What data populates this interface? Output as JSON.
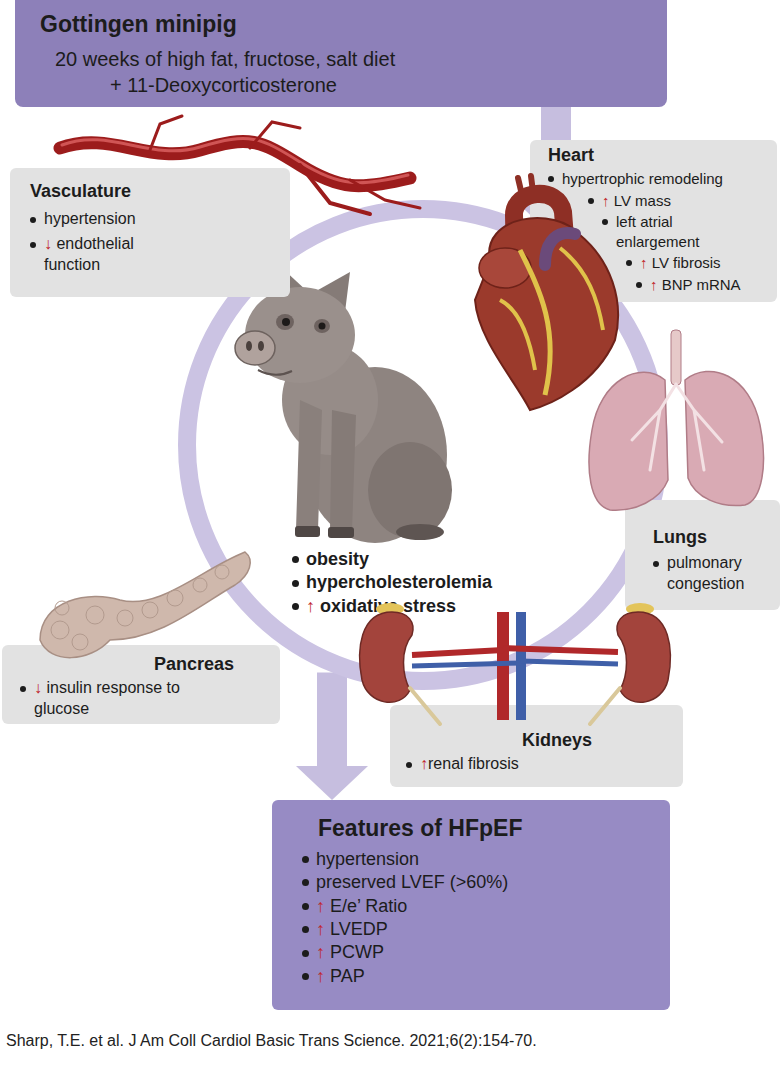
{
  "diagram": {
    "caption": "Sharp, T.E. et al. J Am Coll Cardiol Basic Trans Science. 2021;6(2):154-70.",
    "nodes": [
      {
        "text": [
          "Gottingen minipig",
          "20 weeks of high fat, fructose, salt diet + 11-Deoxycorticosterone"
        ]
      },
      {
        "text": [
          "Vasculature",
          "hypertension",
          "↓ endothelial function"
        ]
      },
      {
        "text": [
          "Heart",
          "hypertrophic remodeling",
          "↑ LV mass",
          "left atrial enlargement",
          "↑ LV fibrosis",
          "↑ BNP mRNA"
        ]
      },
      {
        "text": [
          "obesity",
          "hypercholesterolemia",
          "↑ oxidative stress"
        ]
      },
      {
        "text": [
          "Lungs",
          "pulmonary congestion"
        ]
      },
      {
        "text": [
          "Pancreas",
          "↓ insulin response to glucose"
        ]
      },
      {
        "text": [
          "Kidneys",
          "↑renal fibrosis"
        ]
      },
      {
        "text": [
          "Features of HFpEF",
          "hypertension",
          "preserved LVEF (>60%)",
          "↑ E/e’ Ratio",
          "↑ LVEDP",
          "↑ PCWP",
          "↑ PAP"
        ]
      }
    ],
    "edges": [
      {
        "from": 0,
        "to": 3,
        "arrow": "to"
      },
      {
        "from": 3,
        "to": 7,
        "arrow": "to"
      }
    ]
  }
}
